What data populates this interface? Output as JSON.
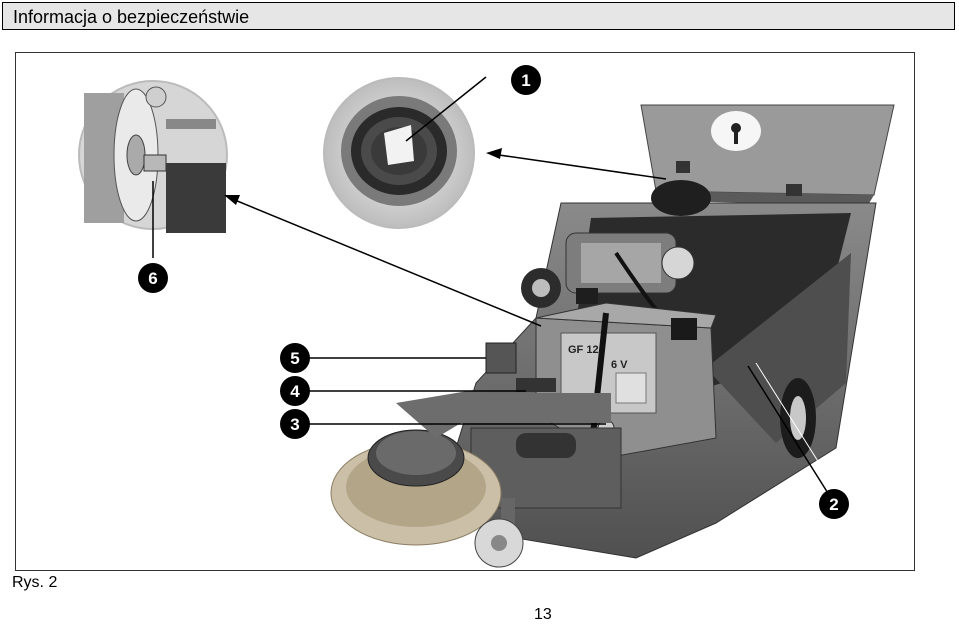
{
  "header": {
    "title": "Informacja o bezpieczeństwie"
  },
  "figure": {
    "caption": "Rys. 2",
    "callouts": [
      "1",
      "2",
      "3",
      "4",
      "5",
      "6"
    ],
    "label_plate": [
      "GF 12",
      "6 V"
    ]
  },
  "footer": {
    "page_number": "13"
  }
}
